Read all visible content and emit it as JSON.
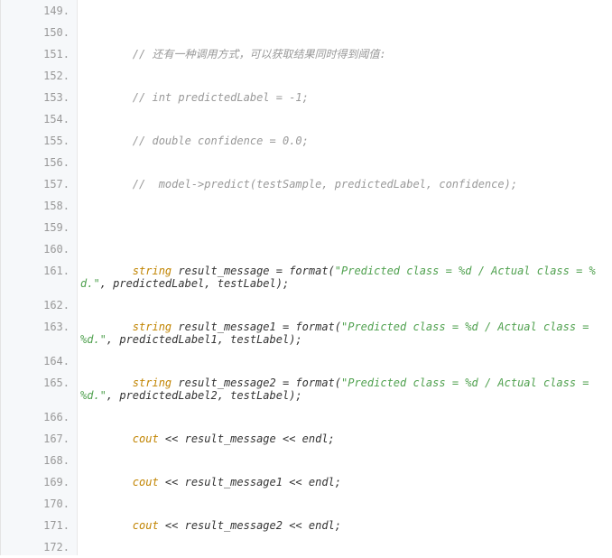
{
  "lines": [
    {
      "num": "149.",
      "segs": []
    },
    {
      "num": "150.",
      "segs": []
    },
    {
      "num": "151.",
      "segs": [
        {
          "t": "        // 还有一种调用方式，可以获取结果同时得到阈值:",
          "c": "comment"
        }
      ]
    },
    {
      "num": "152.",
      "segs": []
    },
    {
      "num": "153.",
      "segs": [
        {
          "t": "        // int predictedLabel = -1;",
          "c": "comment"
        }
      ]
    },
    {
      "num": "154.",
      "segs": []
    },
    {
      "num": "155.",
      "segs": [
        {
          "t": "        // double confidence = 0.0;",
          "c": "comment"
        }
      ]
    },
    {
      "num": "156.",
      "segs": []
    },
    {
      "num": "157.",
      "segs": [
        {
          "t": "        //  model->predict(testSample, predictedLabel, confidence);",
          "c": "comment"
        }
      ]
    },
    {
      "num": "158.",
      "segs": []
    },
    {
      "num": "159.",
      "segs": []
    },
    {
      "num": "160.",
      "segs": []
    },
    {
      "num": "161.",
      "segs": [
        {
          "t": "        ",
          "c": "txt"
        },
        {
          "t": "string",
          "c": "kw"
        },
        {
          "t": " result_message = format(",
          "c": "txt"
        },
        {
          "t": "\"Predicted class = %d / Actual class = %d.\"",
          "c": "str"
        },
        {
          "t": ", predictedLabel, testLabel);",
          "c": "txt"
        }
      ]
    },
    {
      "num": "162.",
      "segs": []
    },
    {
      "num": "163.",
      "segs": [
        {
          "t": "        ",
          "c": "txt"
        },
        {
          "t": "string",
          "c": "kw"
        },
        {
          "t": " result_message1 = format(",
          "c": "txt"
        },
        {
          "t": "\"Predicted class = %d / Actual class = %d.\"",
          "c": "str"
        },
        {
          "t": ", predictedLabel1, testLabel);",
          "c": "txt"
        }
      ]
    },
    {
      "num": "164.",
      "segs": []
    },
    {
      "num": "165.",
      "segs": [
        {
          "t": "        ",
          "c": "txt"
        },
        {
          "t": "string",
          "c": "kw"
        },
        {
          "t": " result_message2 = format(",
          "c": "txt"
        },
        {
          "t": "\"Predicted class = %d / Actual class = %d.\"",
          "c": "str"
        },
        {
          "t": ", predictedLabel2, testLabel);",
          "c": "txt"
        }
      ]
    },
    {
      "num": "166.",
      "segs": []
    },
    {
      "num": "167.",
      "segs": [
        {
          "t": "        ",
          "c": "txt"
        },
        {
          "t": "cout",
          "c": "kw"
        },
        {
          "t": " << result_message << endl;",
          "c": "txt"
        }
      ]
    },
    {
      "num": "168.",
      "segs": []
    },
    {
      "num": "169.",
      "segs": [
        {
          "t": "        ",
          "c": "txt"
        },
        {
          "t": "cout",
          "c": "kw"
        },
        {
          "t": " << result_message1 << endl;",
          "c": "txt"
        }
      ]
    },
    {
      "num": "170.",
      "segs": []
    },
    {
      "num": "171.",
      "segs": [
        {
          "t": "        ",
          "c": "txt"
        },
        {
          "t": "cout",
          "c": "kw"
        },
        {
          "t": " << result_message2 << endl;",
          "c": "txt"
        }
      ]
    },
    {
      "num": "172.",
      "segs": []
    }
  ]
}
